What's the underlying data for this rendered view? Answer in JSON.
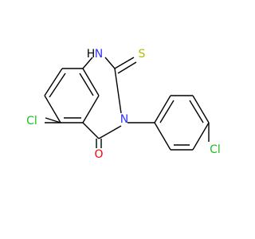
{
  "molecule": {
    "atoms": [
      {
        "id": "H",
        "label": "H",
        "color": "#000000"
      },
      {
        "id": "N1",
        "label": "N",
        "color": "#3333ff"
      },
      {
        "id": "S",
        "label": "S",
        "color": "#b8b800"
      },
      {
        "id": "N3",
        "label": "N",
        "color": "#3333ff"
      },
      {
        "id": "O",
        "label": "O",
        "color": "#ff0000"
      },
      {
        "id": "Cl1",
        "label": "Cl",
        "color": "#1fbf1f"
      },
      {
        "id": "Cl2",
        "label": "Cl",
        "color": "#1fbf1f"
      }
    ]
  }
}
